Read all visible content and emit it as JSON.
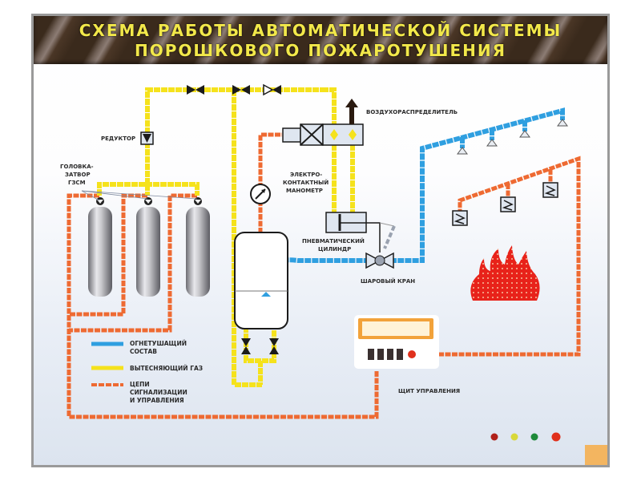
{
  "title": {
    "line1": "СХЕМА РАБОТЫ АВТОМАТИЧЕСКОЙ СИСТЕМЫ",
    "line2": "ПОРОШКОВОГО ПОЖАРОТУШЕНИЯ"
  },
  "labels": {
    "reducer": "РЕДУКТОР",
    "head_valve": [
      "ГОЛОВКА-",
      "ЗАТВОР",
      "ГЗСМ"
    ],
    "air_distributor": "ВОЗДУХОРАСПРЕДЕЛИТЕЛЬ",
    "manometer": [
      "ЭЛЕКТРО-",
      "КОНТАКТНЫЙ",
      "МАНОМЕТР"
    ],
    "pneumatic_cylinder": [
      "ПНЕВМАТИЧЕСКИЙ",
      "ЦИЛИНДР"
    ],
    "ball_valve": "ШАРОВЫЙ КРАН",
    "control_panel": "ЩИТ УПРАВЛЕНИЯ"
  },
  "legend": [
    {
      "key": "extinguishing",
      "lines": [
        "ОГНЕТУШАЩИЙ",
        "СОСТАВ"
      ],
      "color": "#2f9fe0"
    },
    {
      "key": "propellant",
      "lines": [
        "ВЫТЕСНЯЮЩИЙ ГАЗ"
      ],
      "color": "#f5e21c"
    },
    {
      "key": "signal",
      "lines": [
        "ЦЕПИ",
        "СИГНАЛИЗАЦИИ",
        "И УПРАВЛЕНИЯ"
      ],
      "color": "#ee6a32"
    }
  ],
  "colors": {
    "extinguishing_pipe": "#2f9fe0",
    "gas_pipe": "#f5e21c",
    "signal_line": "#ee6a32",
    "title_text": "#f2e84a",
    "fire": "#e8221a"
  },
  "indicator_lamps": [
    {
      "color": "#b0201a"
    },
    {
      "color": "#d8d83a"
    },
    {
      "color": "#1e8a3a"
    },
    {
      "color": "#e0301c"
    }
  ],
  "control_panel": {
    "switch_count": 4,
    "button_color": "#e0301c"
  }
}
